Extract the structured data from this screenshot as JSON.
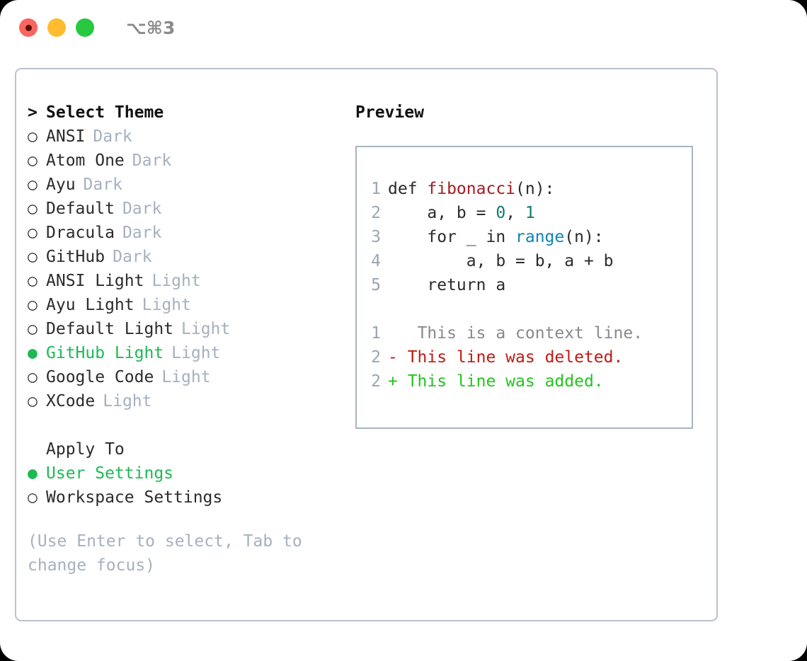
{
  "titlebar": {
    "shortcut": "⌥⌘3",
    "buttons": [
      {
        "name": "close",
        "color": "#f9655f"
      },
      {
        "name": "minimize",
        "color": "#febc2e"
      },
      {
        "name": "maximize",
        "color": "#28c840"
      }
    ]
  },
  "theme_picker": {
    "header_marker": ">",
    "header": "Select Theme",
    "unselected_marker": "○",
    "selected_marker": "●",
    "accent_color": "#1db954",
    "items": [
      {
        "name": "ANSI",
        "variant": "Dark",
        "selected": false
      },
      {
        "name": "Atom One",
        "variant": "Dark",
        "selected": false
      },
      {
        "name": "Ayu",
        "variant": "Dark",
        "selected": false
      },
      {
        "name": "Default",
        "variant": "Dark",
        "selected": false
      },
      {
        "name": "Dracula",
        "variant": "Dark",
        "selected": false
      },
      {
        "name": "GitHub",
        "variant": "Dark",
        "selected": false
      },
      {
        "name": "ANSI Light",
        "variant": "Light",
        "selected": false
      },
      {
        "name": "Ayu Light",
        "variant": "Light",
        "selected": false
      },
      {
        "name": "Default Light",
        "variant": "Light",
        "selected": false
      },
      {
        "name": "GitHub Light",
        "variant": "Light",
        "selected": true
      },
      {
        "name": "Google Code",
        "variant": "Light",
        "selected": false
      },
      {
        "name": "XCode",
        "variant": "Light",
        "selected": false
      }
    ]
  },
  "apply_to": {
    "header": "Apply To",
    "options": [
      {
        "label": "User Settings",
        "selected": true
      },
      {
        "label": "Workspace Settings",
        "selected": false
      }
    ]
  },
  "hint": "(Use Enter to select, Tab to change focus)",
  "preview": {
    "title": "Preview",
    "code_lines": [
      {
        "num": "1",
        "tokens": [
          {
            "text": "def ",
            "kind": "plain"
          },
          {
            "text": "fibonacci",
            "kind": "func"
          },
          {
            "text": "(n):",
            "kind": "plain"
          }
        ]
      },
      {
        "num": "2",
        "tokens": [
          {
            "text": "    a, b = ",
            "kind": "plain"
          },
          {
            "text": "0",
            "kind": "num"
          },
          {
            "text": ", ",
            "kind": "plain"
          },
          {
            "text": "1",
            "kind": "num"
          }
        ]
      },
      {
        "num": "3",
        "tokens": [
          {
            "text": "    for _ in ",
            "kind": "plain"
          },
          {
            "text": "range",
            "kind": "call"
          },
          {
            "text": "(n):",
            "kind": "plain"
          }
        ]
      },
      {
        "num": "4",
        "tokens": [
          {
            "text": "        a, b = b, a + b",
            "kind": "plain"
          }
        ]
      },
      {
        "num": "5",
        "tokens": [
          {
            "text": "    return a",
            "kind": "plain"
          }
        ]
      }
    ],
    "diff_lines": [
      {
        "num": "1",
        "marker": " ",
        "text": "  This is a context line.",
        "kind": "ctx"
      },
      {
        "num": "2",
        "marker": "-",
        "text": " This line was deleted.",
        "kind": "del"
      },
      {
        "num": "2",
        "marker": "+",
        "text": " This line was added.",
        "kind": "add"
      }
    ]
  }
}
